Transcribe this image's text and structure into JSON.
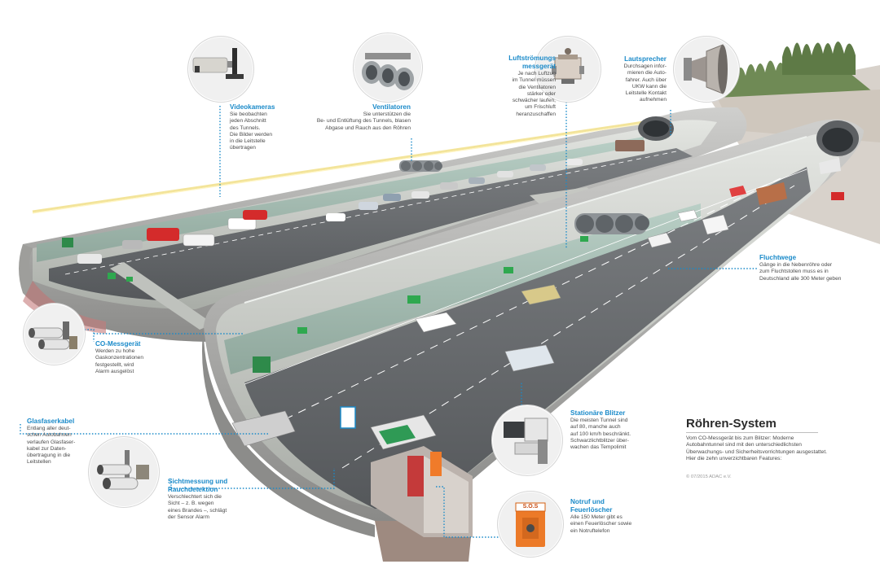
{
  "title": "Röhren-System",
  "description": "Vom CO-Messgerät bis zum Blitzer: Moderne Autobahntunnel sind mit den unterschiedlichsten Überwachungs- und Sicherheitsvorrichtungen ausgestattet. Hier die zehn unverzichtbaren Features:",
  "credit": "© 07/2015 ADAC e.V.",
  "colors": {
    "accent": "#1a8ac9",
    "text": "#4a4a4a",
    "tunnel_wall": "#c9ccc6",
    "road": "#6d7073"
  },
  "callouts": {
    "videokameras": {
      "title": "Videokameras",
      "text": [
        "Sie beobachten",
        "jeden Abschnitt",
        "des Tunnels.",
        "Die Bilder werden",
        "in die Leitstelle",
        "übertragen"
      ]
    },
    "ventilatoren": {
      "title": "Ventilatoren",
      "text": [
        "Sie unterstützen die",
        "Be- und Entlüftung des Tunnels, blasen",
        "Abgase und Rauch aus den Röhren"
      ]
    },
    "luftstroemung": {
      "title": [
        "Luftströmungs",
        "messgerät"
      ],
      "text": [
        "Je nach Luftzug",
        "im Tunnel müssen",
        "die Ventilatoren",
        "stärker oder",
        "schwächer laufen,",
        "um Frischluft",
        "heranzuschaffen"
      ]
    },
    "lautsprecher": {
      "title": "Lautsprecher",
      "text": [
        "Durchsagen infor-",
        "mieren die Auto-",
        "fahrer. Auch über",
        "UKW kann die",
        "Leitstelle Kontakt",
        "aufnehmen"
      ]
    },
    "fluchtwege": {
      "title": "Fluchtwege",
      "text": [
        "Gänge in die Nebenröhre oder",
        "zum Fluchtstollen muss es in",
        "Deutschland alle 300 Meter geben"
      ]
    },
    "co_messgeraet": {
      "title": "CO-Messgerät",
      "text": [
        "Werden zu hohe",
        "Gaskonzentrationen",
        "festgestellt, wird",
        "Alarm ausgelöst"
      ]
    },
    "glasfaserkabel": {
      "title": "Glasfaserkabel",
      "text": [
        "Entlang aller deut-",
        "schen Autobahnen",
        "verlaufen Glasfaser-",
        "kabel zur Daten-",
        "übertragung in die",
        "Leitstellen"
      ]
    },
    "sichtmessung": {
      "title": [
        "Sichtmessung und",
        "Rauchdetektion"
      ],
      "text": [
        "Verschlechtert sich die",
        "Sicht – z. B. wegen",
        "eines Brandes –, schlägt",
        "der Sensor Alarm"
      ]
    },
    "blitzer": {
      "title": "Stationäre Blitzer",
      "text": [
        "Die meisten Tunnel sind",
        "auf 80, manche auch",
        "auf 100 km/h beschränkt.",
        "Schwarzlichtblitzer über-",
        "wachen das Tempolimit"
      ]
    },
    "notruf": {
      "title": [
        "Notruf und",
        "Feuerlöscher"
      ],
      "text": [
        "Alle 150 Meter gibt es",
        "einen Feuerlöscher sowie",
        "ein Notruftelefon"
      ]
    }
  },
  "icons": [
    "camera-icon",
    "fan-icon",
    "airflow-meter-icon",
    "loudspeaker-icon",
    "co-sensor-icon",
    "visibility-sensor-icon",
    "speed-camera-icon",
    "sos-box-icon"
  ],
  "labels": {
    "sos": "S.O.S"
  }
}
